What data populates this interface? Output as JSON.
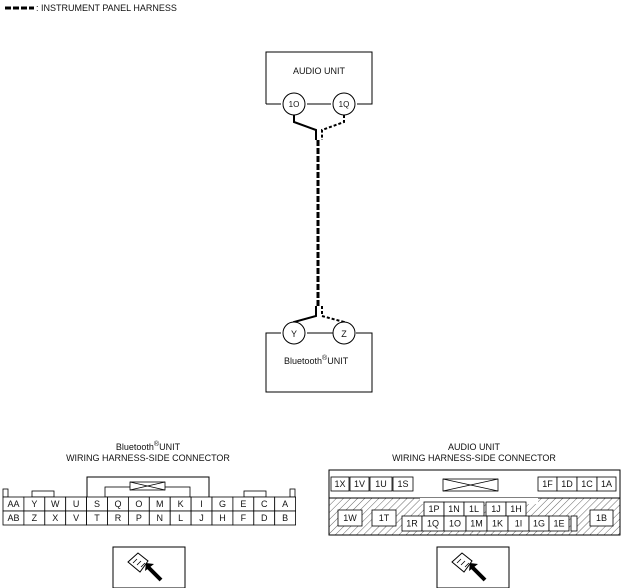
{
  "legend": {
    "text": ": INSTRUMENT PANEL HARNESS"
  },
  "audio_unit": {
    "label": "AUDIO UNIT",
    "pins": [
      "1O",
      "1Q"
    ]
  },
  "bt_unit": {
    "label_main": "Bluetooth",
    "label_sup": "®",
    "label_tail": "UNIT",
    "pins": [
      "Y",
      "Z"
    ]
  },
  "bt_connector": {
    "title_main": "Bluetooth",
    "title_sup": "®",
    "title_tail": "UNIT",
    "subtitle": "WIRING HARNESS-SIDE CONNECTOR",
    "row1": [
      "AA",
      "Y",
      "W",
      "U",
      "S",
      "Q",
      "O",
      "M",
      "K",
      "I",
      "G",
      "E",
      "C",
      "A"
    ],
    "row2": [
      "AB",
      "Z",
      "X",
      "V",
      "T",
      "R",
      "P",
      "N",
      "L",
      "J",
      "H",
      "F",
      "D",
      "B"
    ]
  },
  "audio_connector": {
    "title": "AUDIO UNIT",
    "subtitle": "WIRING HARNESS-SIDE CONNECTOR",
    "top_left": [
      "1X",
      "1V",
      "1U",
      "1S"
    ],
    "top_right": [
      "1F",
      "1D",
      "1C",
      "1A"
    ],
    "inner_top": [
      "1P",
      "1N",
      "1L",
      "1J",
      "1H"
    ],
    "inner_bottom": [
      "1R",
      "1Q",
      "1O",
      "1M",
      "1K",
      "1I",
      "1G",
      "1E"
    ],
    "side_left": [
      "1W",
      "1T"
    ],
    "side_right": [
      "1B"
    ]
  }
}
